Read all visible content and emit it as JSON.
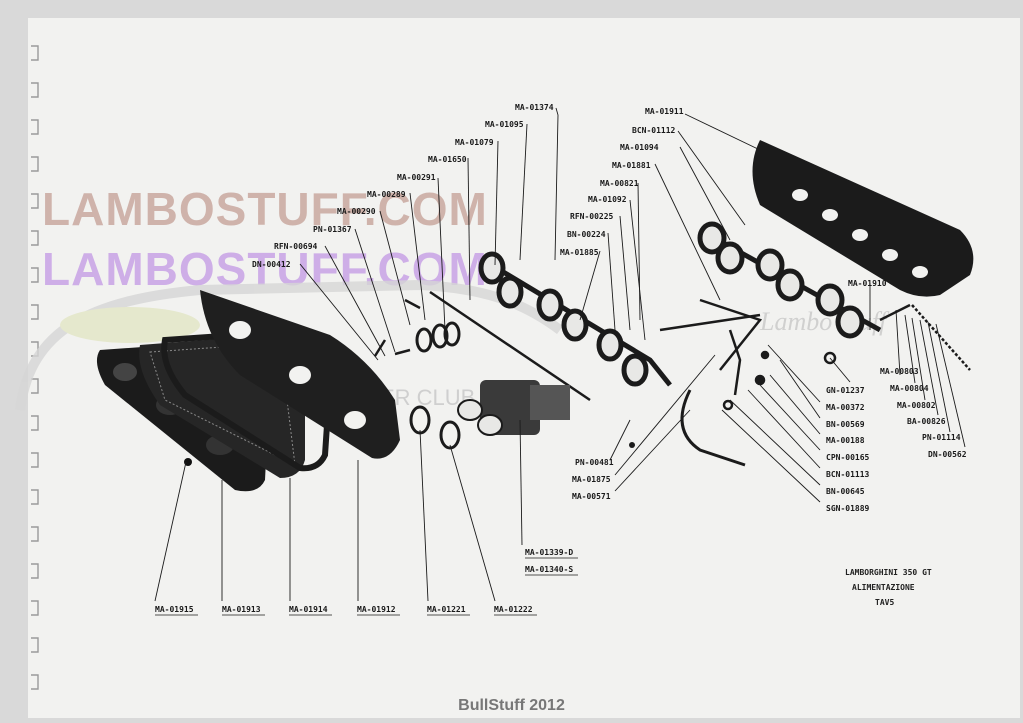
{
  "watermarks": {
    "primary": "LAMBOSTUFF.COM",
    "secondary": "LAMBOSTUFF.COM",
    "script": "Lambo Stuff",
    "tagline": "ER CLUB"
  },
  "caption": {
    "line1": "LAMBORGHINI 350 GT",
    "line2": "ALIMENTAZIONE",
    "line3": "TAV5"
  },
  "footer": "BullStuff 2012",
  "parts": [
    "MA-01911",
    "BCN-01112",
    "MA-01094",
    "MA-01881",
    "MA-00821",
    "MA-01092",
    "RFN-00225",
    "BN-00224",
    "MA-01885",
    "MA-01374",
    "MA-01095",
    "MA-01079",
    "MA-01650",
    "MA-00291",
    "MA-00289",
    "MA-00290",
    "PN-01367",
    "RFN-00694",
    "DN-00412",
    "MA-01910",
    "GN-01237",
    "MA-00372",
    "BN-00569",
    "MA-00188",
    "CPN-00165",
    "BCN-01113",
    "BN-00645",
    "SGN-01889",
    "MA-00803",
    "MA-00804",
    "MA-00802",
    "BA-00826",
    "PN-01114",
    "DN-00562",
    "PN-00481",
    "MA-01875",
    "MA-00571",
    "MA-01339-D",
    "MA-01340-S",
    "MA-01915",
    "MA-01913",
    "MA-01914",
    "MA-01912",
    "MA-01221",
    "MA-01222"
  ]
}
